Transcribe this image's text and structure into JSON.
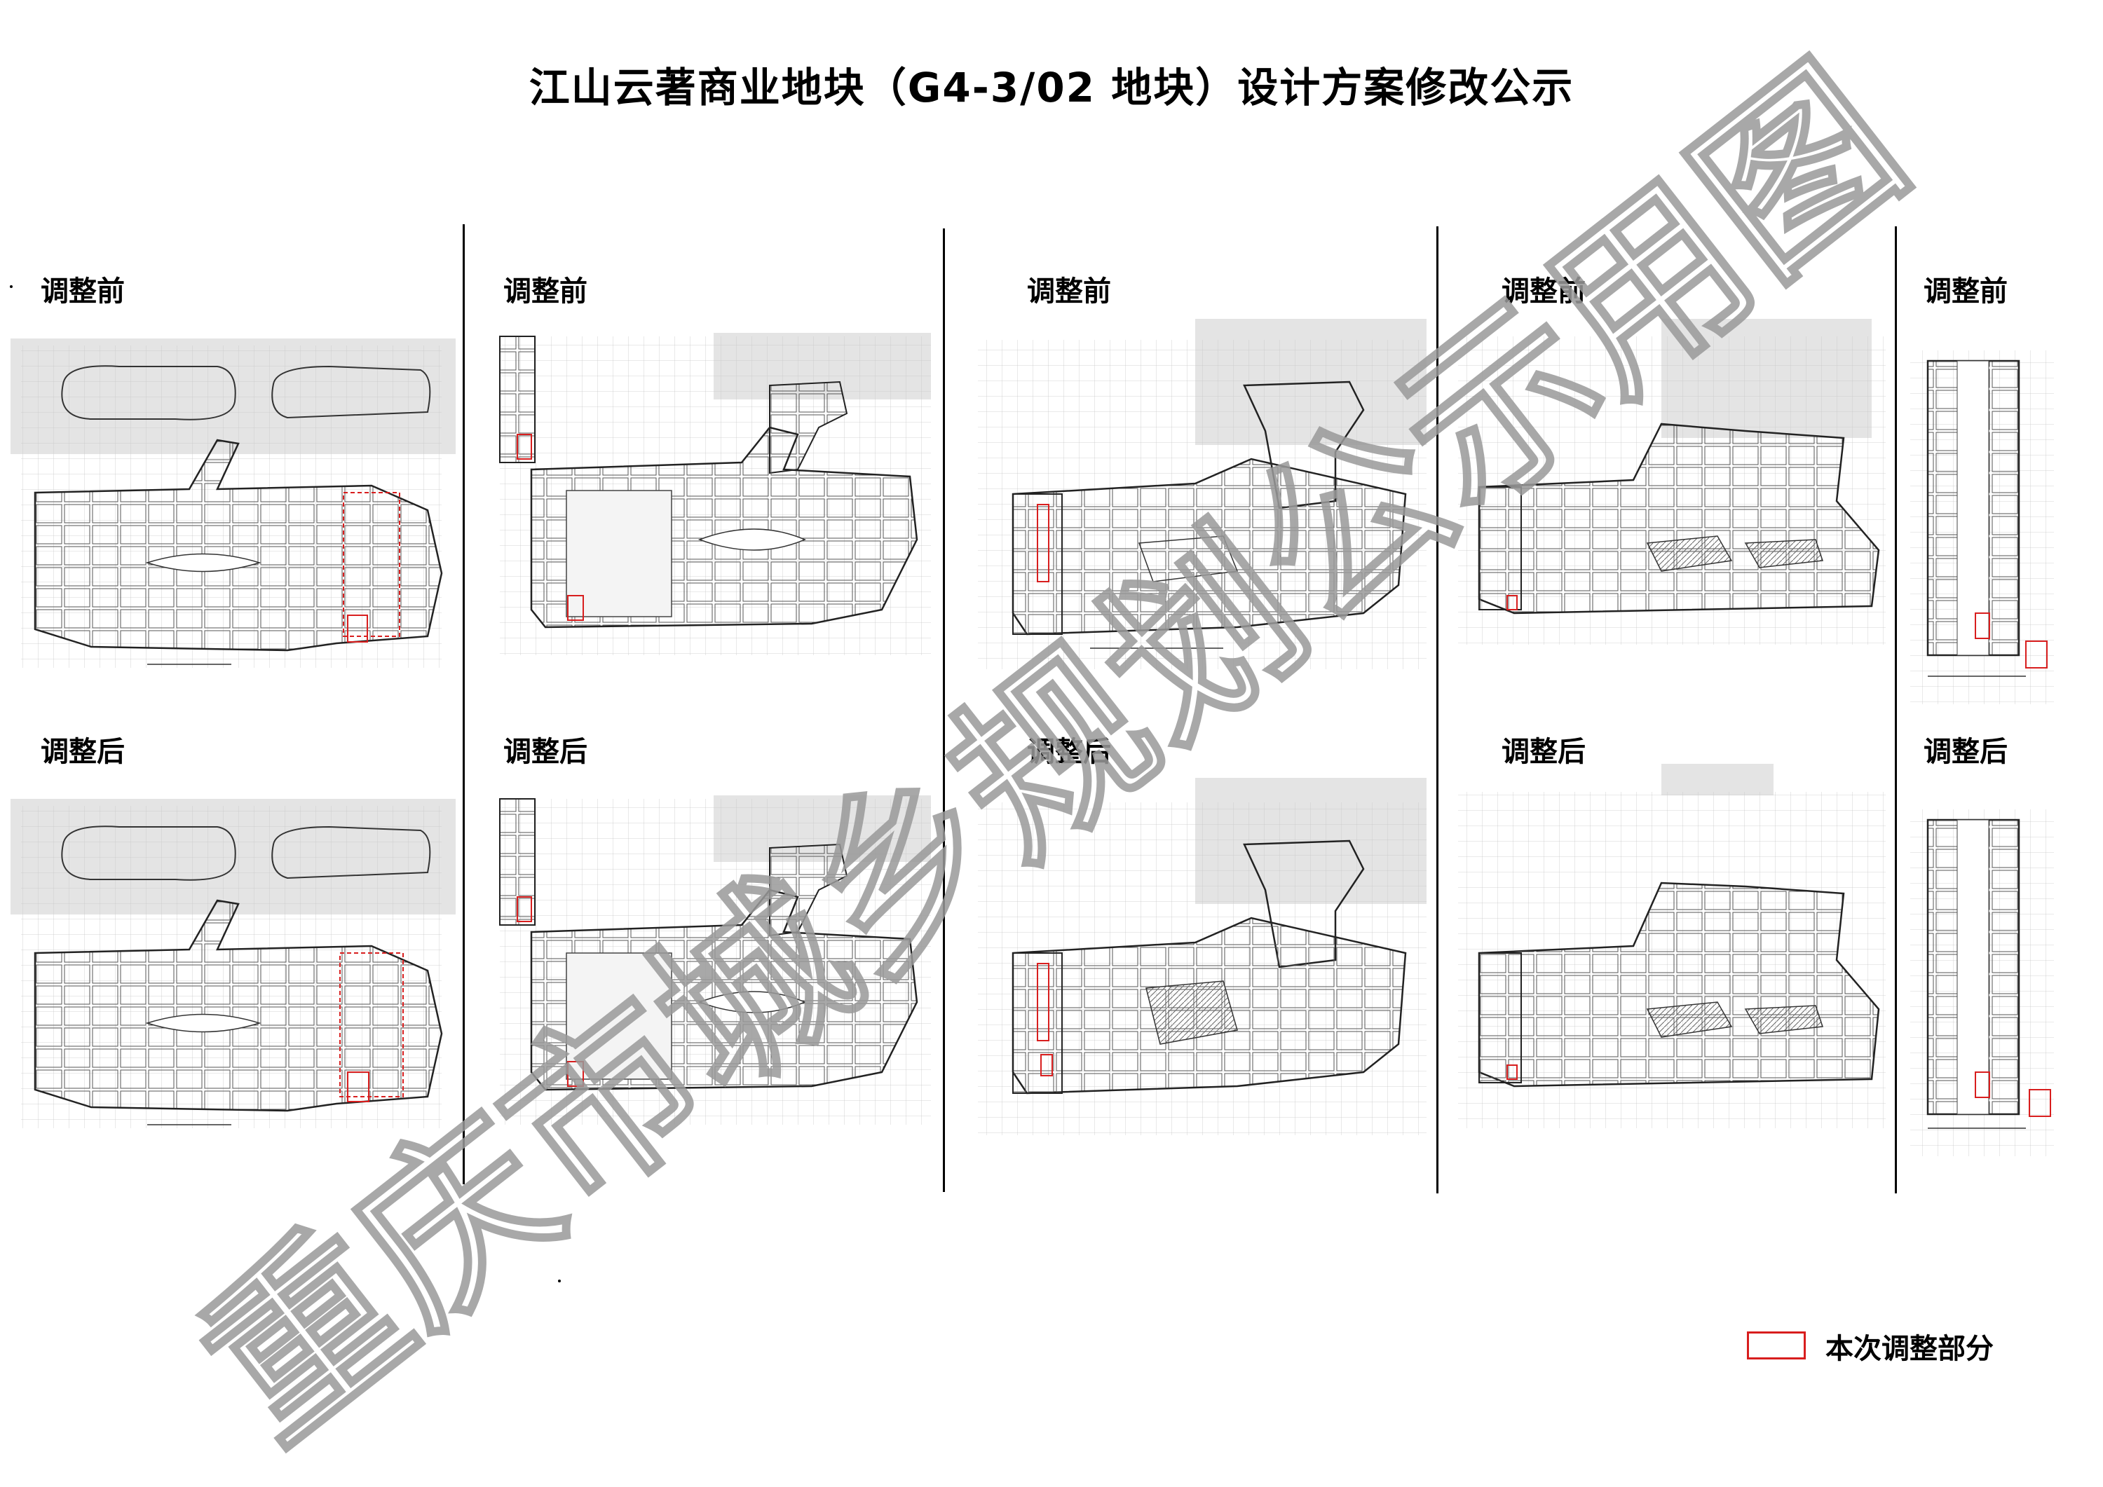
{
  "title": "江山云著商业地块（G4-3/02 地块）设计方案修改公示",
  "columns": [
    {
      "before_label": "调整前",
      "after_label": "调整后"
    },
    {
      "before_label": "调整前",
      "after_label": "调整后"
    },
    {
      "before_label": "调整前",
      "after_label": "调整后"
    },
    {
      "before_label": "调整前",
      "after_label": "调整后"
    },
    {
      "before_label": "调整前",
      "after_label": "调整后"
    }
  ],
  "legend": {
    "label": "本次调整部分",
    "color": "#d81e1e"
  },
  "watermark": {
    "text": "重庆市城乡规划公示用图",
    "color": "#9a9a9a"
  }
}
